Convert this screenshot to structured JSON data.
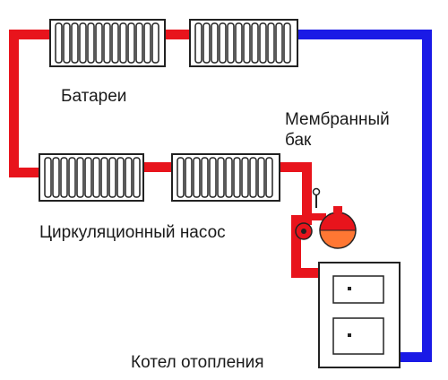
{
  "labels": {
    "radiators": "Батареи",
    "membrane_tank_line1": "Мембранный",
    "membrane_tank_line2": "бак",
    "circulation_pump": "Циркуляционный насос",
    "boiler": "Котел отопления"
  },
  "colors": {
    "hot_pipe": "#e8141c",
    "cold_pipe": "#1a1ae6",
    "radiator_fill": "#ffffff",
    "radiator_outline": "#222222",
    "tank_water": "#ff7733",
    "boiler_fill": "#ffffff"
  },
  "components": {
    "radiator_count": 4,
    "radiator_sections_per_unit": 12
  }
}
